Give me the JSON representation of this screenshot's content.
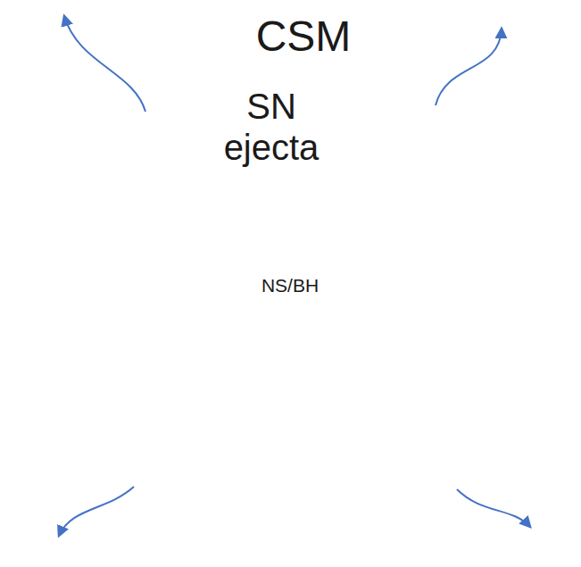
{
  "diagram": {
    "nodes": [
      {
        "text": [
          "CSM"
        ]
      },
      {
        "text": [
          "SN ejecta"
        ],
        "in": 0
      },
      {
        "text": [
          "NS/BH"
        ],
        "in": 1
      }
    ]
  }
}
